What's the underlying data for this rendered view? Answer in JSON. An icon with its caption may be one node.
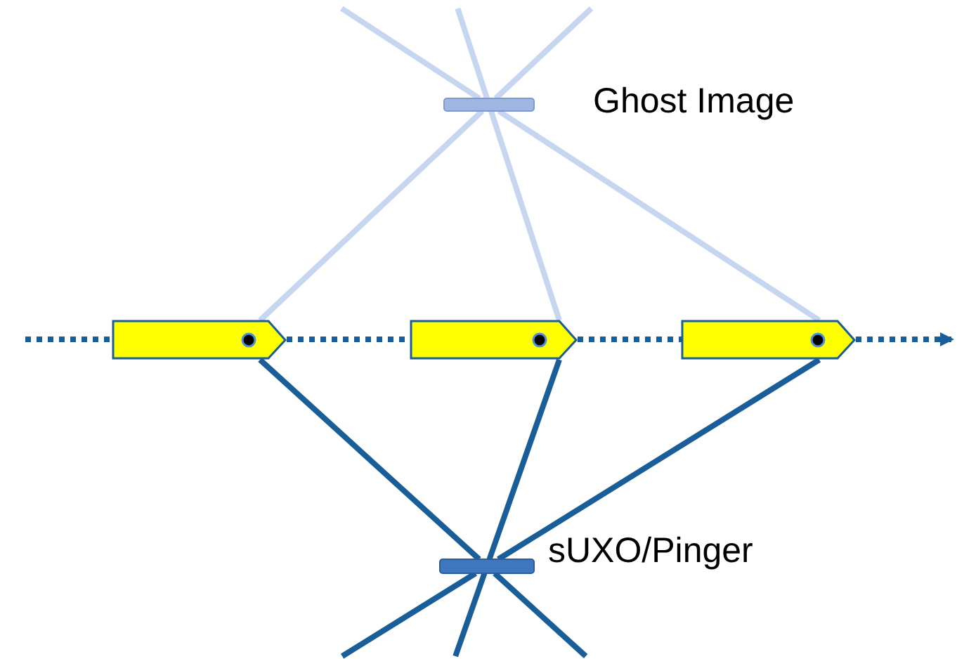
{
  "diagram": {
    "nodes": [
      {
        "text": [],
        "shape": "boat"
      },
      {
        "text": [],
        "shape": "boat"
      },
      {
        "text": [],
        "shape": "boat"
      },
      {
        "text": [],
        "shape": "bar",
        "beside": [
          "Ghost Image"
        ]
      },
      {
        "text": [],
        "shape": "bar",
        "beside": [
          "sUXO/Pinger"
        ]
      }
    ],
    "edges": [
      {
        "from": null,
        "to": 0,
        "arrow": "none",
        "style": "dashed"
      },
      {
        "from": 0,
        "to": 1,
        "arrow": "none",
        "style": "dashed"
      },
      {
        "from": 1,
        "to": 2,
        "arrow": "none",
        "style": "dashed"
      },
      {
        "from": 2,
        "to": null,
        "arrow": "to",
        "style": "dashed"
      },
      {
        "from": 0,
        "to": 3,
        "arrow": "none",
        "color": "#c6d6f0"
      },
      {
        "from": 1,
        "to": 3,
        "arrow": "none",
        "color": "#c6d6f0"
      },
      {
        "from": 2,
        "to": 3,
        "arrow": "none",
        "color": "#c6d6f0"
      },
      {
        "from": 0,
        "to": 4,
        "arrow": "none"
      },
      {
        "from": 1,
        "to": 4,
        "arrow": "none"
      },
      {
        "from": 2,
        "to": 4,
        "arrow": "none"
      }
    ]
  }
}
